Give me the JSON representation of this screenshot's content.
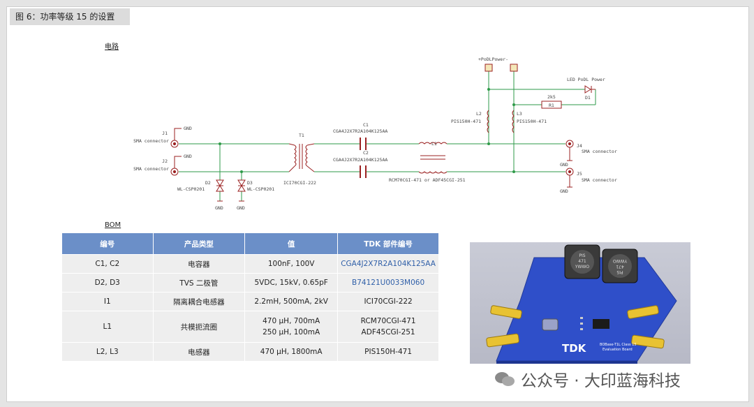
{
  "figure_title": "图 6：功率等级 15 的设置",
  "circuit_label": "电路",
  "bom_label": "BOM",
  "schematic": {
    "j1_label": "J1",
    "j1_text": "SMA connector",
    "j2_label": "J2",
    "j2_text": "SMA connector",
    "j4_label": "J4",
    "j4_text": "SMA connector",
    "j5_label": "J5",
    "j5_text": "SMA connector",
    "gnd": "GND",
    "t1_label": "T1",
    "t1_part": "ICI70CGI-222",
    "c1_label": "C1",
    "c1_part": "CGA4J2X7R2A104K125AA",
    "c2_label": "C2",
    "c2_part": "CGA4J2X7R2A104K125AA",
    "l1_label": "L1",
    "l1_part": "RCM70CGI-471 or ADF45CGI-251",
    "l2_label": "L2",
    "l2_part": "PIS150H-471",
    "l3_label": "L3",
    "l3_part": "PIS150H-471",
    "d1_label": "D1",
    "d2_label": "D2",
    "d3_label": "D3",
    "d_part": "WL-CSP0201",
    "r1_label": "R1",
    "r1_value": "2k5",
    "led_text": "LED PoDL Power",
    "podl_power": "+PoDLPower-"
  },
  "bom": {
    "headers": [
      "编号",
      "产品类型",
      "值",
      "TDK 部件编号"
    ],
    "rows": [
      {
        "ref": "C1, C2",
        "type": "电容器",
        "value": "100nF, 100V",
        "value2": "",
        "part": "CGA4J2X7R2A104K125AA",
        "part2": ""
      },
      {
        "ref": "D2, D3",
        "type": "TVS 二极管",
        "value": "5VDC, 15kV, 0.65pF",
        "value2": "",
        "part": "B74121U0033M060",
        "part2": ""
      },
      {
        "ref": "I1",
        "type": "隔离耦合电感器",
        "value": "2.2mH, 500mA, 2kV",
        "value2": "",
        "part": "ICI70CGI-222",
        "part2": ""
      },
      {
        "ref": "L1",
        "type": "共模扼流圈",
        "value": "470 μH, 700mA",
        "value2": "250 μH, 100mA",
        "part": "RCM70CGI-471",
        "part2": "ADF45CGI-251"
      },
      {
        "ref": "L2, L3",
        "type": "电感器",
        "value": "470 μH, 1800mA",
        "value2": "",
        "part": "PIS150H-471",
        "part2": ""
      }
    ]
  },
  "board": {
    "logo": "TDK",
    "title_line1": "BOBase-T1L Class 15",
    "title_line2": "Evaluation Board",
    "ind1_text1": "PIS",
    "ind1_text2": "471",
    "ind1_text3": "YWWO",
    "ind2_text1": "PIS",
    "ind2_text2": "471",
    "ind2_text3": "YWWO"
  },
  "watermark": "公众号 · 大印蓝海科技"
}
